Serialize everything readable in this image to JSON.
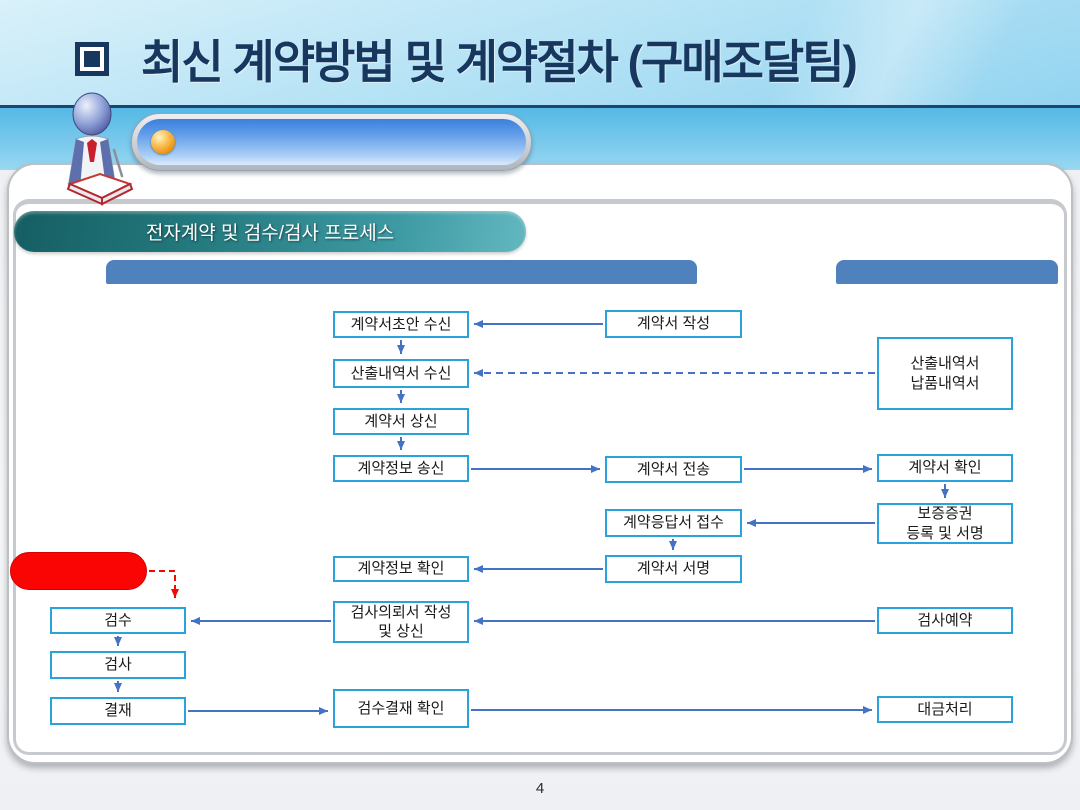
{
  "slide": {
    "title": "최신 계약방법 및 계약절차 (구매조달팀)",
    "page_number": "4"
  },
  "section": {
    "header_label": "전자계약 및 검수/검사 프로세스"
  },
  "icons": {
    "title_bullet": "square-in-square",
    "presenter": "person-with-open-book-clipart",
    "pill_bullet": "orange-sphere"
  },
  "colors": {
    "title_navy": "#17375E",
    "teal_header_start": "#155E63",
    "teal_header_end": "#63B8C0",
    "column_bar_blue": "#4F81BD",
    "node_border_cyan": "#29A3DC",
    "connector_blue": "#4472C4",
    "alert_red": "#FA0503"
  },
  "flowchart": {
    "nodes": [
      {
        "id": "contract-draft-received",
        "label": "계약서초안 수신"
      },
      {
        "id": "cost-statement-received",
        "label": "산출내역서 수신"
      },
      {
        "id": "contract-submitted",
        "label": "계약서 상신"
      },
      {
        "id": "contract-info-sent",
        "label": "계약정보 송신"
      },
      {
        "id": "contract-info-confirmed",
        "label": "계약정보 확인"
      },
      {
        "id": "inspection-request-drafted",
        "label": "검사의뢰서 작성\n및 상신"
      },
      {
        "id": "inspection-approval-confirmed",
        "label": "검수결재 확인"
      },
      {
        "id": "contract-written",
        "label": "계약서 작성"
      },
      {
        "id": "contract-transferred",
        "label": "계약서 전송"
      },
      {
        "id": "contract-response-received",
        "label": "계약응답서 접수"
      },
      {
        "id": "contract-signed",
        "label": "계약서 서명"
      },
      {
        "id": "cost-delivery-statements",
        "label": "산출내역서\n납품내역서"
      },
      {
        "id": "contract-confirmed",
        "label": "계약서 확인"
      },
      {
        "id": "guarantee-registered-signed",
        "label": "보증증권\n등록 및 서명"
      },
      {
        "id": "inspection-reserved",
        "label": "검사예약"
      },
      {
        "id": "payment-processed",
        "label": "대금처리"
      },
      {
        "id": "goods-receipt",
        "label": "검수"
      },
      {
        "id": "inspection",
        "label": "검사"
      },
      {
        "id": "approval",
        "label": "결재"
      }
    ]
  }
}
